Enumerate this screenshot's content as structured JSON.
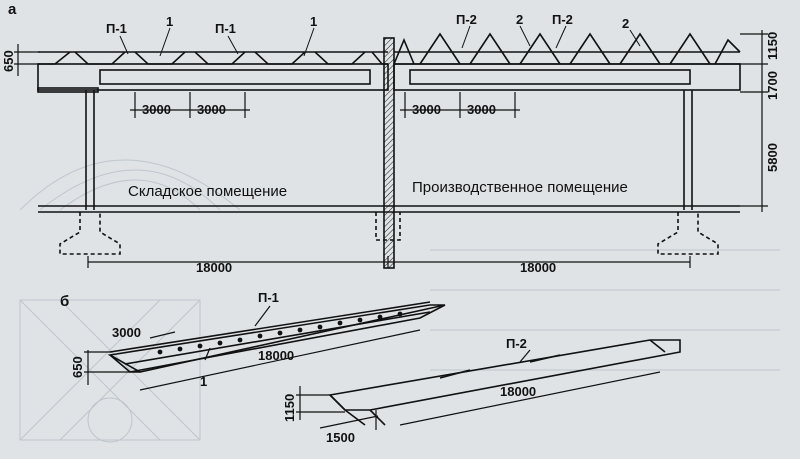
{
  "part_labels": {
    "a": "а",
    "b": "б"
  },
  "section_a": {
    "left_room": "Складское помещение",
    "right_room": "Производственное помещение",
    "panel_left_1": "П-1",
    "panel_left_2": "П-1",
    "panel_right_1": "П-2",
    "panel_right_2": "П-2",
    "callout_1a": "1",
    "callout_1b": "1",
    "callout_2a": "2",
    "callout_2b": "2",
    "dim_650": "650",
    "dim_1150": "1150",
    "dim_1700": "1700",
    "dim_5800": "5800",
    "dim_3000_l1": "3000",
    "dim_3000_l2": "3000",
    "dim_3000_r1": "3000",
    "dim_3000_r2": "3000",
    "span_left": "18000",
    "span_right": "18000"
  },
  "section_b": {
    "p1_label": "П-1",
    "p1_pitch": "3000",
    "p1_height": "650",
    "p1_length": "18000",
    "p1_callout": "1",
    "p2_label": "П-2",
    "p2_height": "1150",
    "p2_width": "1500",
    "p2_length": "18000"
  },
  "colors": {
    "background": "#dfe3e6",
    "ink": "#111111",
    "ghost_print": "#9aa6b2"
  }
}
